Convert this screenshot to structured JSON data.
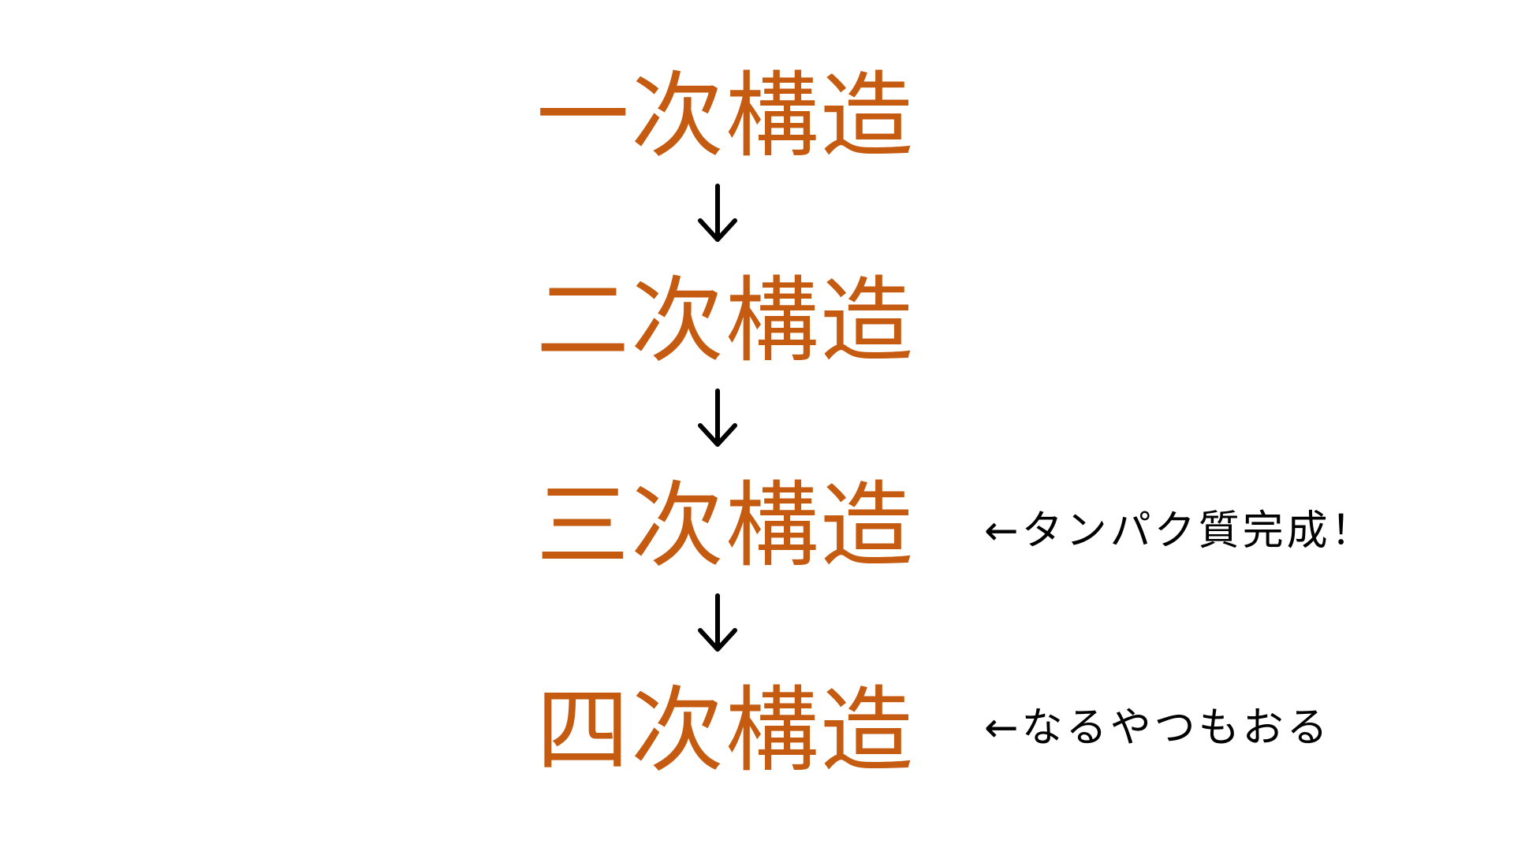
{
  "slide": {
    "stages": [
      {
        "label": "一次構造"
      },
      {
        "label": "二次構造"
      },
      {
        "label": "三次構造"
      },
      {
        "label": "四次構造"
      }
    ],
    "notes": {
      "tertiary": "←タンパク質完成！",
      "quaternary": "←なるやつもおる"
    }
  },
  "colors": {
    "stage_text": "#c55a11",
    "note_text": "#000000",
    "arrow": "#000000",
    "background": "#ffffff"
  },
  "icons": {
    "arrow": "down-arrow-icon"
  }
}
